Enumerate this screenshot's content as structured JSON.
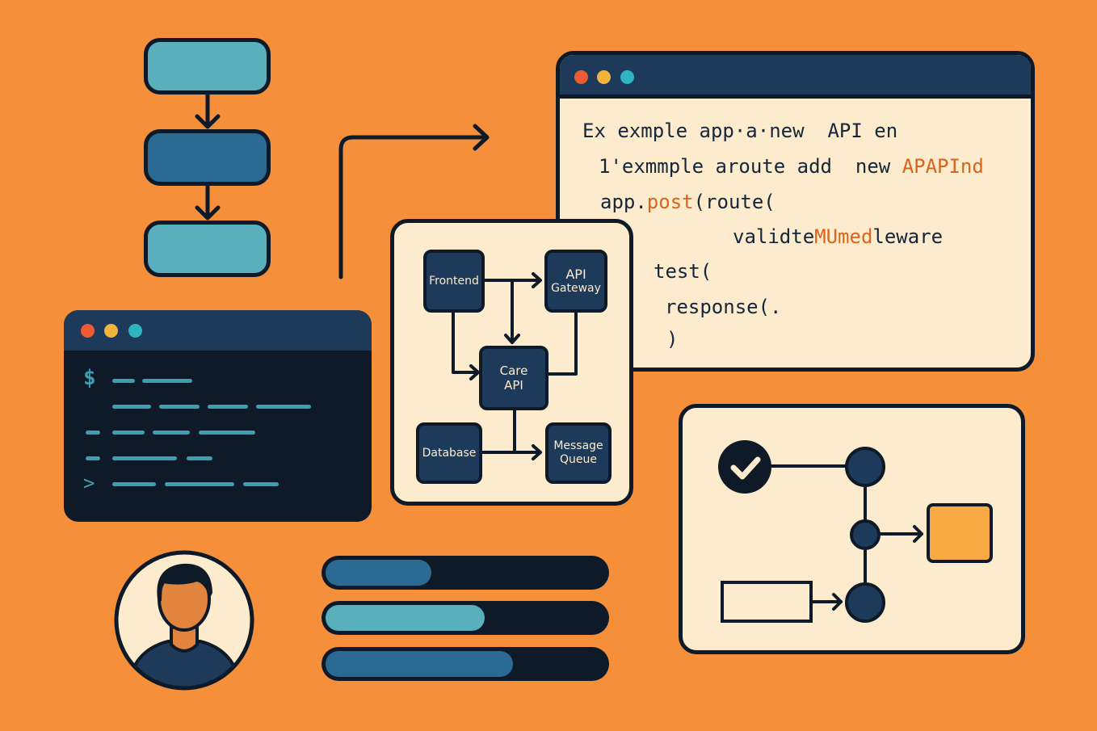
{
  "colors": {
    "background": "#F68F3A",
    "outline": "#0E1A28",
    "navy": "#1D3A5A",
    "teal": "#5AAFBC",
    "steel_blue": "#2A6A93",
    "cream": "#FCEBCC",
    "code_orange": "#D9641C",
    "accent_orange": "#F8A943",
    "dot_red": "#EE5A34",
    "dot_yellow": "#F3B33D",
    "dot_teal": "#2CB5BE"
  },
  "code_window": {
    "lines": [
      {
        "parts": [
          {
            "t": "Ex exmple app",
            "hl": false
          },
          {
            "t": "·a·",
            "hl": false
          },
          {
            "t": "new  API en",
            "hl": false
          }
        ]
      },
      {
        "parts": [
          {
            "t": "1'exmmple aroute add  new ",
            "hl": false
          },
          {
            "t": "APAPInd",
            "hl": true
          }
        ]
      },
      {
        "parts": [
          {
            "t": "app.",
            "hl": false
          },
          {
            "t": "post",
            "hl": true
          },
          {
            "t": "(route(",
            "hl": false
          }
        ]
      },
      {
        "parts": [
          {
            "t": "validte",
            "hl": false
          },
          {
            "t": "MUmed",
            "hl": true
          },
          {
            "t": "leware",
            "hl": false
          }
        ]
      },
      {
        "parts": [
          {
            "t": "test(",
            "hl": false
          }
        ]
      },
      {
        "parts": [
          {
            "t": "response(.",
            "hl": false
          }
        ]
      },
      {
        "parts": [
          {
            "t": ")",
            "hl": false
          }
        ]
      }
    ]
  },
  "terminal": {
    "prompt_symbol": "$",
    "cursor_symbol": ">"
  },
  "architecture": {
    "nodes": {
      "frontend": "Frontend",
      "api_gateway_line1": "API",
      "api_gateway_line2": "Gateway",
      "core_line1": "Care",
      "core_line2": "API",
      "database": "Database",
      "queue_line1": "Message",
      "queue_line2": "Queue"
    }
  },
  "pipeline": {
    "check_icon": "checkmark-icon"
  },
  "progress_bars": [
    {
      "level": 0.38,
      "color": "#2A6A93"
    },
    {
      "level": 0.57,
      "color": "#5AAFBC"
    },
    {
      "level": 0.67,
      "color": "#2A6A93"
    }
  ]
}
